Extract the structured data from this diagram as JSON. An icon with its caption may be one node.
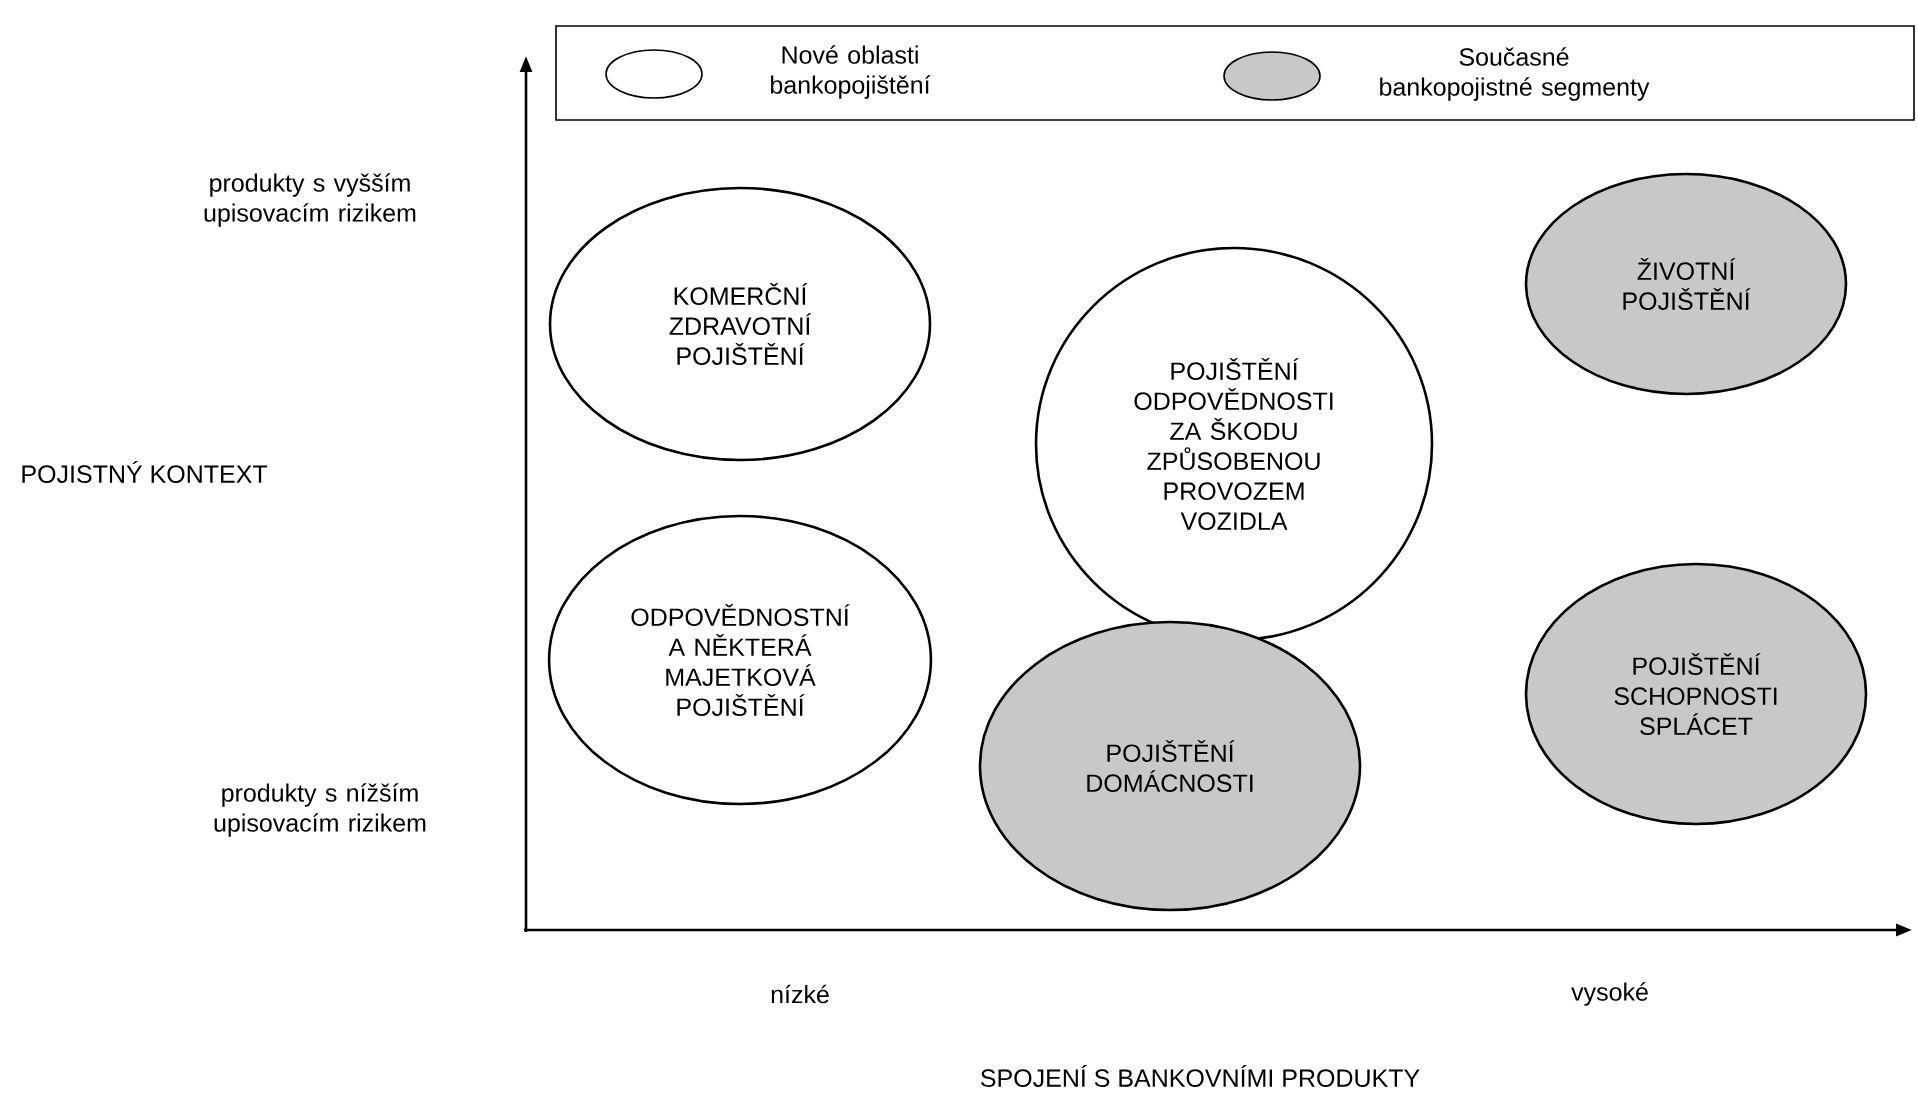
{
  "diagram": {
    "nodes": [
      {
        "text": [
          "KOMERČNÍ ZDRAVOTNÍ POJIŠTĚNÍ"
        ]
      },
      {
        "text": [
          "POJIŠTĚNÍ ODPOVĚDNOSTI ZA ŠKODU ZPŮSOBENOU PROVOZEM VOZIDLA"
        ]
      },
      {
        "text": [
          "ŽIVOTNÍ POJIŠTĚNÍ"
        ]
      },
      {
        "text": [
          "ODPOVĚDNOSTNÍ A NĚKTERÁ MAJETKOVÁ POJIŠTĚNÍ"
        ]
      },
      {
        "text": [
          "POJIŠTĚNÍ DOMÁCNOSTI"
        ]
      },
      {
        "text": [
          "POJIŠTĚNÍ SCHOPNOSTI SPLÁCET"
        ]
      }
    ],
    "labels": [
      "produkty s vyšším upisovacím rizikem",
      "POJISTNÝ KONTEXT",
      "produkty s nížším upisovacím rizikem",
      "nízké",
      "vysoké",
      "SPOJENÍ S BANKOVNÍMI PRODUKTY"
    ],
    "legend": [
      {
        "text": "Nové oblasti bankopojištění"
      },
      {
        "text": "Současné bankopojistné segmenty",
        "color": "#c8c8c8"
      }
    ]
  }
}
